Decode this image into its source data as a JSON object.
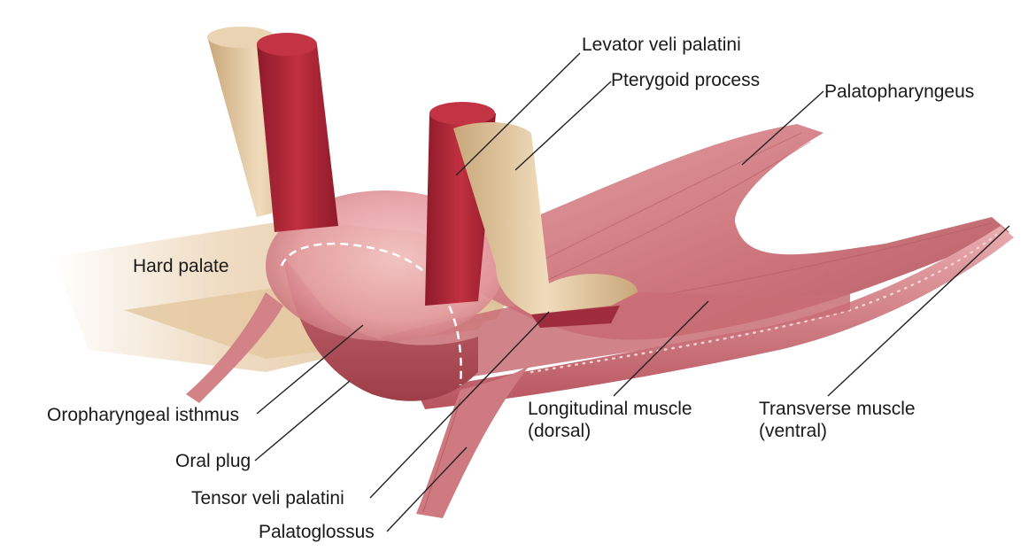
{
  "diagram": {
    "labels": {
      "levator_veli_palatini": "Levator veli palatini",
      "pterygoid_process": "Pterygoid process",
      "palatopharyngeus": "Palatopharyngeus",
      "hard_palate": "Hard palate",
      "oropharyngeal_isthmus": "Oropharyngeal isthmus",
      "oral_plug": "Oral plug",
      "tensor_veli_palatini": "Tensor veli palatini",
      "palatoglossus": "Palatoglossus",
      "longitudinal_muscle_line1": "Longitudinal muscle",
      "longitudinal_muscle_line2": "(dorsal)",
      "transverse_muscle_line1": "Transverse muscle",
      "transverse_muscle_line2": "(ventral)"
    },
    "colors": {
      "muscle_light": "#d88a8f",
      "muscle_mid": "#c5666e",
      "muscle_dark": "#a8444f",
      "muscle_red": "#b8283a",
      "bone": "#e3c9a4",
      "bone_dark": "#c9a77a",
      "leader_line": "#222222"
    }
  }
}
